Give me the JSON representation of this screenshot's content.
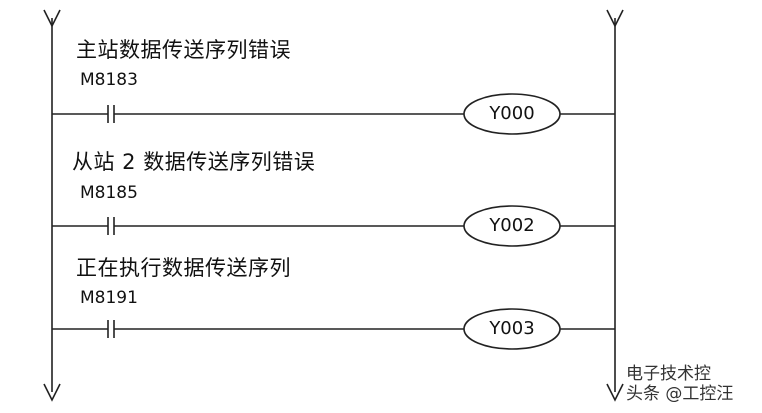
{
  "rungs": [
    {
      "comment": "主站数据传送序列错误",
      "contact": "M8183",
      "coil": "Y000"
    },
    {
      "comment": "从站 2 数据传送序列错误",
      "contact": "M8185",
      "coil": "Y002"
    },
    {
      "comment": "正在执行数据传送序列",
      "contact": "M8191",
      "coil": "Y003"
    }
  ],
  "watermark": {
    "line1": "电子技术控",
    "line2": "头条 @工控汪"
  }
}
